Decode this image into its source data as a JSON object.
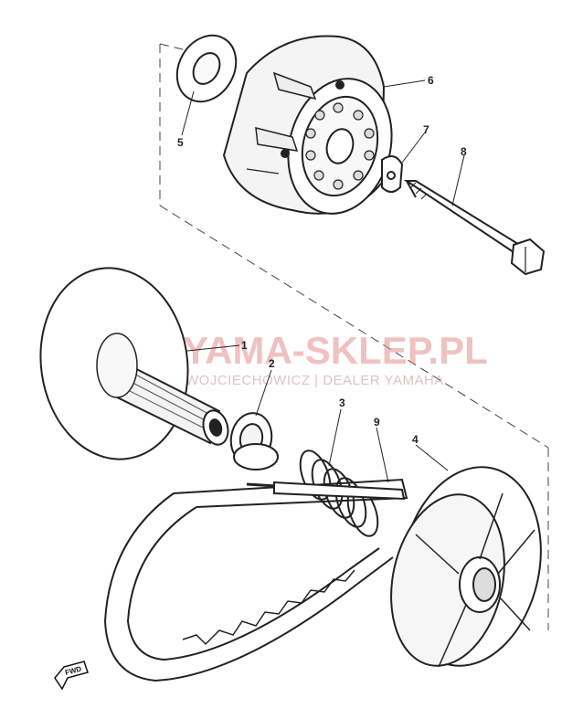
{
  "watermark": {
    "title": "YAMA-SKLEP.PL",
    "subtitle": "WOJCIECHOWICZ | DEALER YAMAHA"
  },
  "callouts": [
    "1",
    "2",
    "3",
    "4",
    "5",
    "6",
    "7",
    "8",
    "9"
  ],
  "direction_marker": "FWD"
}
